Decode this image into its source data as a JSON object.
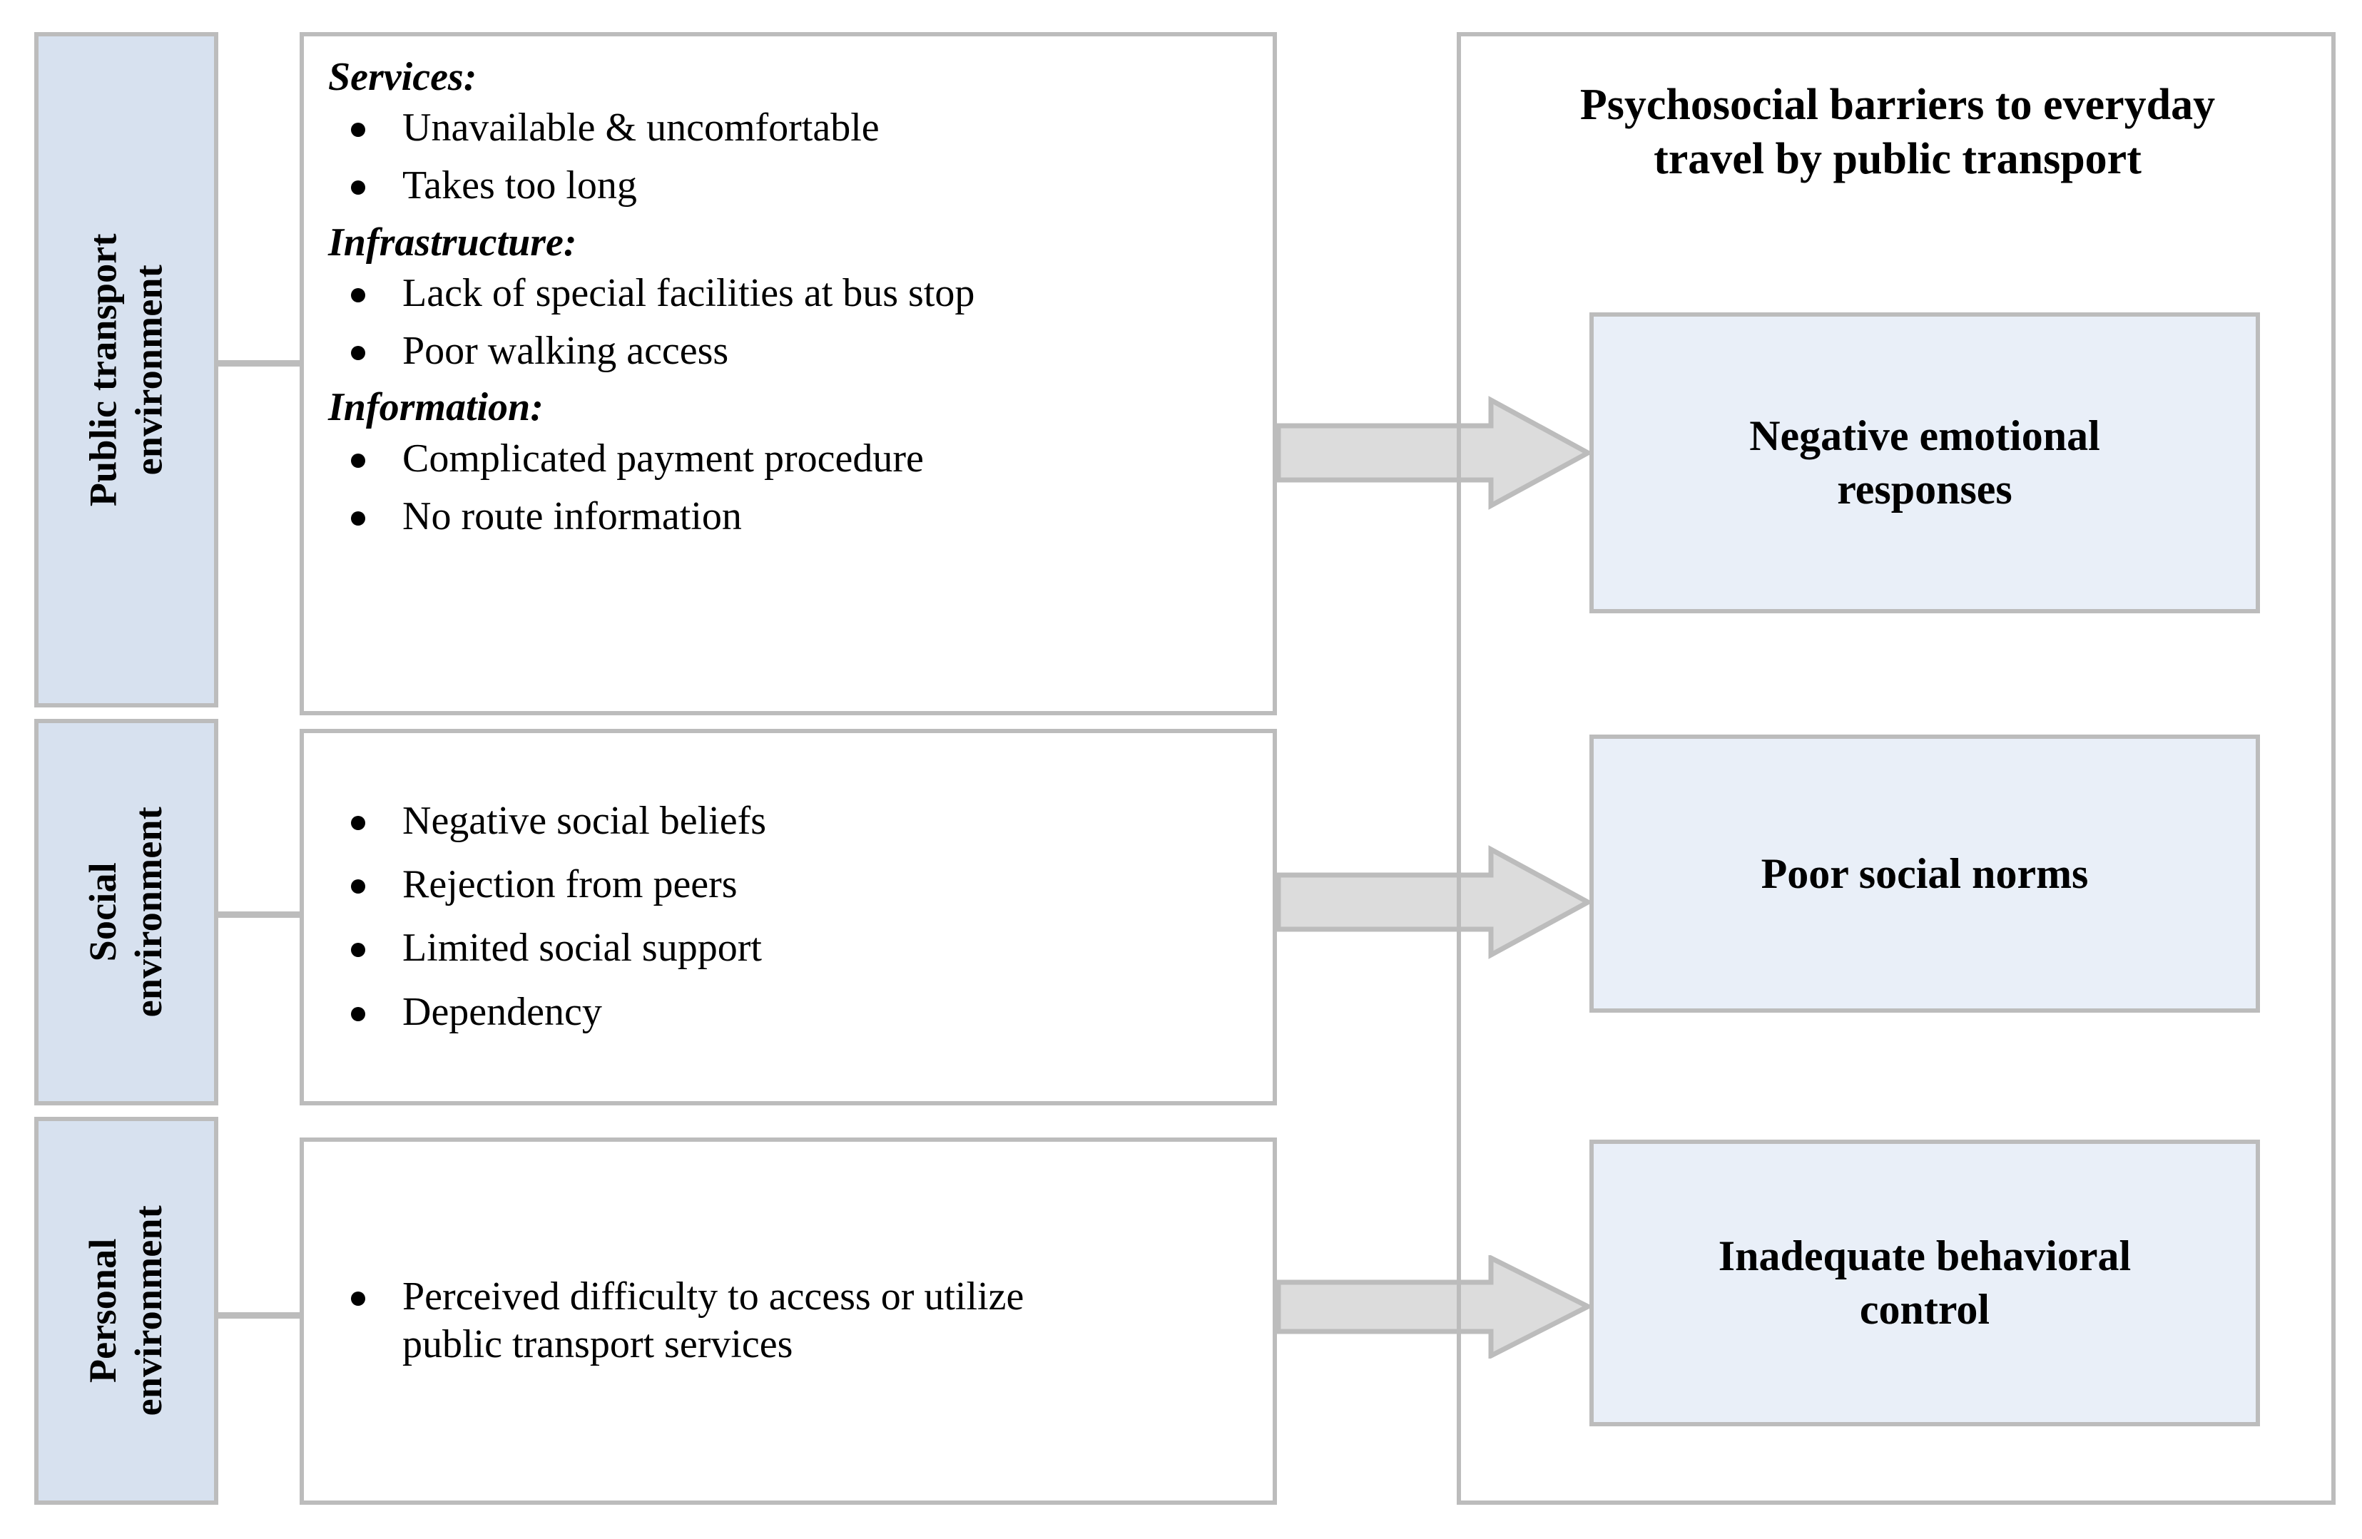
{
  "figure": {
    "type": "conceptual-framework-diagram",
    "left_categories": [
      {
        "line1": "Public transport",
        "line2": "environment"
      },
      {
        "line1": "Social",
        "line2": "environment"
      },
      {
        "line1": "Personal",
        "line2": "environment"
      }
    ],
    "detail_boxes": [
      {
        "id": "public-transport-details",
        "groups": [
          {
            "heading": "Services:",
            "items": [
              "Unavailable & uncomfortable",
              "Takes too long"
            ]
          },
          {
            "heading": "Infrastructure:",
            "items": [
              "Lack of special facilities at bus stop",
              "Poor walking access"
            ]
          },
          {
            "heading": "Information:",
            "items": [
              "Complicated payment procedure",
              "No route information"
            ]
          }
        ]
      },
      {
        "id": "social-details",
        "groups": [
          {
            "heading": "",
            "items": [
              "Negative social beliefs",
              "Rejection from peers",
              "Limited social support",
              "Dependency"
            ]
          }
        ]
      },
      {
        "id": "personal-details",
        "groups": [
          {
            "heading": "",
            "items": [
              "Perceived difficulty to access or utilize public transport services"
            ]
          }
        ]
      }
    ],
    "right_panel": {
      "title": "Psychosocial barriers to everyday\ntravel by public transport",
      "outcomes": [
        "Negative emotional\nresponses",
        "Poor social norms",
        "Inadequate behavioral\ncontrol"
      ]
    },
    "arrows": [
      {
        "from": "public-transport-details",
        "to": "Negative emotional responses"
      },
      {
        "from": "social-details",
        "to": "Poor social norms"
      },
      {
        "from": "personal-details",
        "to": "Inadequate behavioral control"
      }
    ],
    "colors": {
      "category_fill": "#d7e1ef",
      "outcome_fill": "#e9eff8",
      "border": "#bcbcbc",
      "arrow_fill": "#dcdcdc",
      "arrow_stroke": "#bcbcbc",
      "text": "#000000",
      "background": "#ffffff"
    }
  }
}
